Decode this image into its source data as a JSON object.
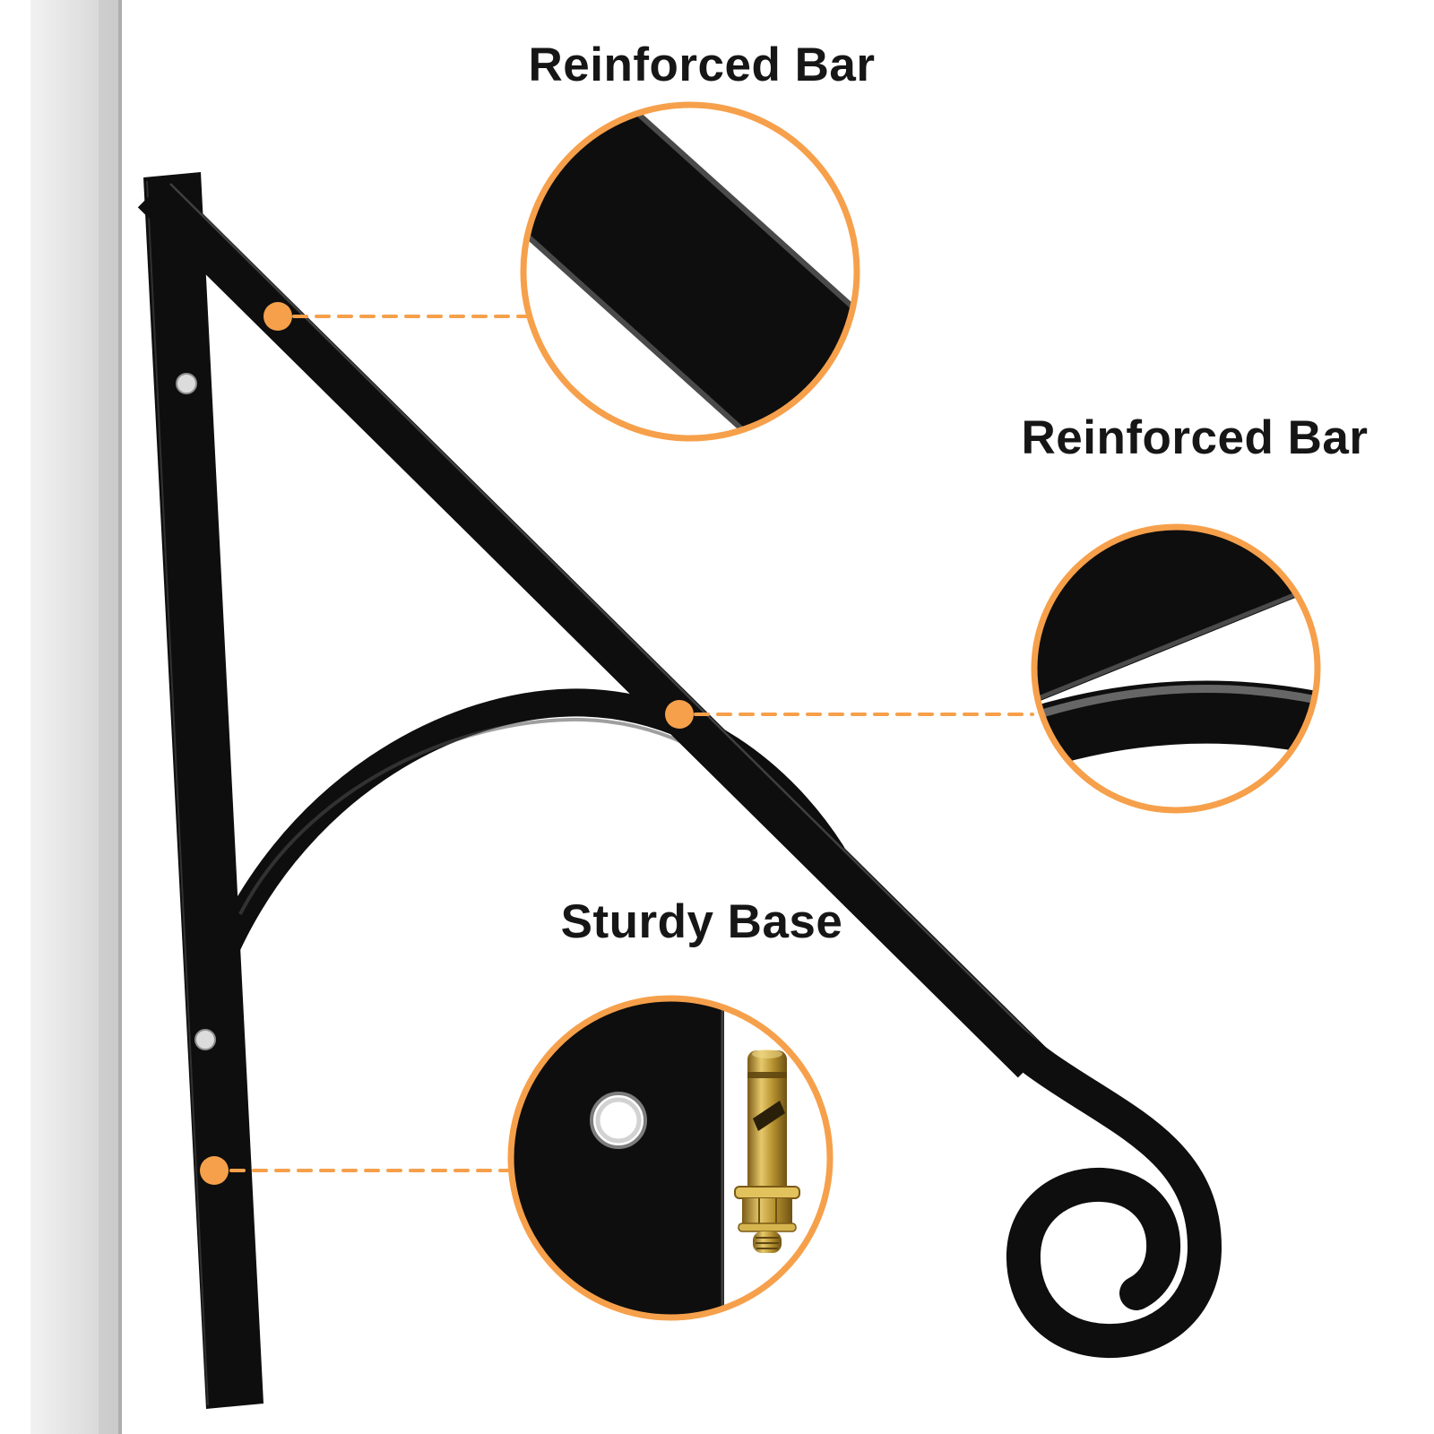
{
  "colors": {
    "accent": "#F6A04B",
    "ink": "#0E0E0E",
    "label": "#161616",
    "wall": "#DFDFDF",
    "hardware_gold": "#C19F45"
  },
  "callouts": {
    "top": {
      "label": "Reinforced Bar"
    },
    "right": {
      "label": "Reinforced Bar"
    },
    "bottom": {
      "label": "Sturdy Base"
    }
  },
  "markers": {
    "dot": "orange-callout-dot",
    "line": "orange-dashed-leader-line",
    "inset": "zoom-detail-circle"
  }
}
